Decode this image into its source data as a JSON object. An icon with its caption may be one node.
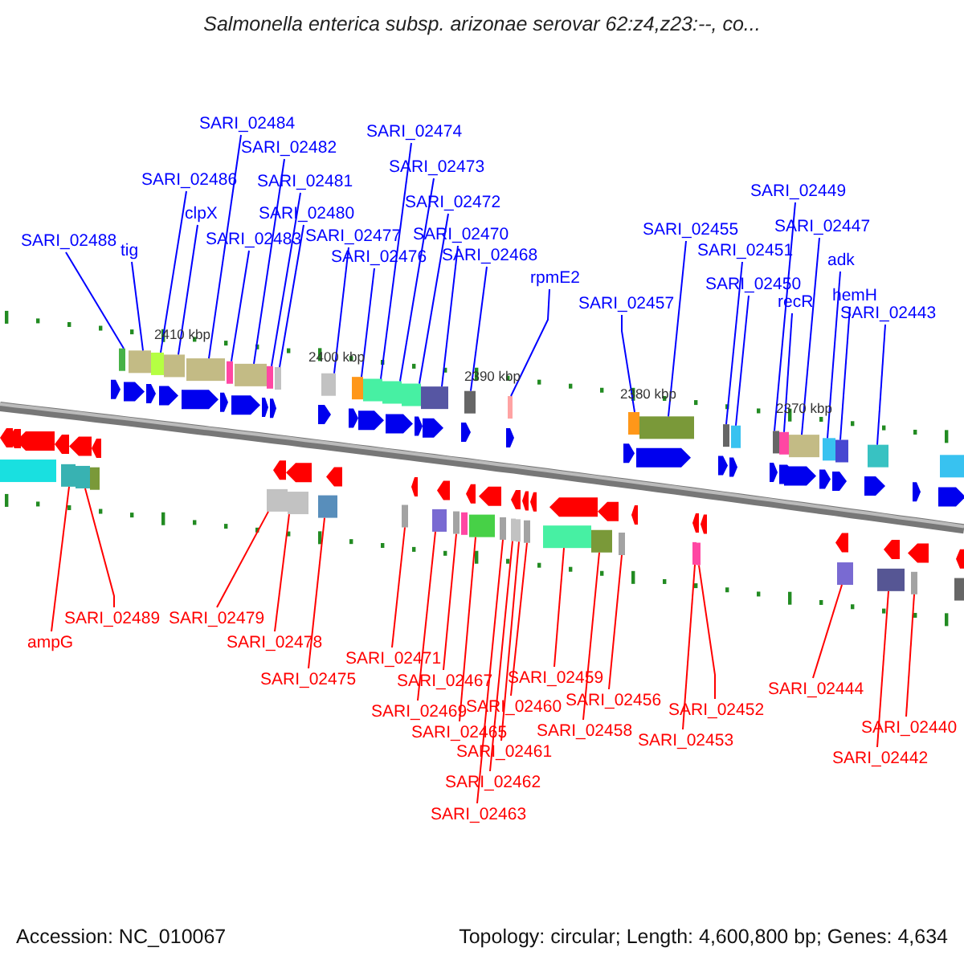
{
  "diagram": {
    "title": "Salmonella enterica subsp. arizonae serovar 62:z4,z23:--, co...",
    "nodes": [
      {
        "text": [
          "SARI_02484"
        ]
      },
      {
        "text": [
          "SARI_02474"
        ]
      },
      {
        "text": [
          "SARI_02482"
        ]
      },
      {
        "text": [
          "SARI_02473"
        ]
      },
      {
        "text": [
          "SARI_02486"
        ]
      },
      {
        "text": [
          "SARI_02481"
        ]
      },
      {
        "text": [
          "SARI_02449"
        ]
      },
      {
        "text": [
          "SARI_02472"
        ]
      },
      {
        "text": [
          "clpX"
        ]
      },
      {
        "text": [
          "SARI_02480"
        ]
      },
      {
        "text": [
          "SARI_02455"
        ]
      },
      {
        "text": [
          "SARI_02447"
        ]
      },
      {
        "text": [
          "SARI_02470"
        ]
      },
      {
        "text": [
          "SARI_02477"
        ]
      },
      {
        "text": [
          "SARI_02483"
        ]
      },
      {
        "text": [
          "SARI_02488"
        ]
      },
      {
        "text": [
          "tig"
        ]
      },
      {
        "text": [
          "SARI_02451"
        ]
      },
      {
        "text": [
          "SARI_02476"
        ]
      },
      {
        "text": [
          "SARI_02468"
        ]
      },
      {
        "text": [
          "adk"
        ]
      },
      {
        "text": [
          "rpmE2"
        ]
      },
      {
        "text": [
          "SARI_02450"
        ]
      },
      {
        "text": [
          "recR"
        ]
      },
      {
        "text": [
          "hemH"
        ]
      },
      {
        "text": [
          "SARI_02457"
        ]
      },
      {
        "text": [
          "SARI_02443"
        ]
      },
      {
        "text": [
          "SARI_02489"
        ]
      },
      {
        "text": [
          "SARI_02479"
        ]
      },
      {
        "text": [
          "ampG"
        ]
      },
      {
        "text": [
          "SARI_02478"
        ]
      },
      {
        "text": [
          "SARI_02471"
        ]
      },
      {
        "text": [
          "SARI_02459"
        ]
      },
      {
        "text": [
          "SARI_02475"
        ]
      },
      {
        "text": [
          "SARI_02467"
        ]
      },
      {
        "text": [
          "SARI_02444"
        ]
      },
      {
        "text": [
          "SARI_02456"
        ]
      },
      {
        "text": [
          "SARI_02460"
        ]
      },
      {
        "text": [
          "SARI_02452"
        ]
      },
      {
        "text": [
          "SARI_02469"
        ]
      },
      {
        "text": [
          "SARI_02440"
        ]
      },
      {
        "text": [
          "SARI_02458"
        ]
      },
      {
        "text": [
          "SARI_02465"
        ]
      },
      {
        "text": [
          "SARI_02453"
        ]
      },
      {
        "text": [
          "SARI_02461"
        ]
      },
      {
        "text": [
          "SARI_02442"
        ]
      },
      {
        "text": [
          "SARI_02462"
        ]
      },
      {
        "text": [
          "SARI_02463"
        ]
      },
      {
        "text": [],
        "shape": "box"
      },
      {
        "text": [],
        "shape": "box"
      },
      {
        "text": [],
        "shape": "box"
      },
      {
        "text": [],
        "shape": "box"
      },
      {
        "text": [],
        "shape": "box"
      },
      {
        "text": [],
        "shape": "box"
      },
      {
        "text": [],
        "shape": "box"
      },
      {
        "text": [],
        "shape": "box"
      },
      {
        "text": [],
        "shape": "box"
      },
      {
        "text": [],
        "shape": "box"
      },
      {
        "text": [],
        "shape": "box"
      },
      {
        "text": [],
        "shape": "box"
      },
      {
        "text": [],
        "shape": "box"
      },
      {
        "text": [],
        "shape": "box"
      },
      {
        "text": [],
        "shape": "box"
      },
      {
        "text": [],
        "shape": "box"
      },
      {
        "text": [],
        "shape": "box"
      },
      {
        "text": [],
        "shape": "box"
      },
      {
        "text": [],
        "shape": "box"
      },
      {
        "text": [],
        "shape": "box"
      },
      {
        "text": [],
        "shape": "box"
      },
      {
        "text": [],
        "shape": "box"
      },
      {
        "text": [],
        "shape": "box"
      },
      {
        "text": [],
        "shape": "box"
      },
      {
        "text": [],
        "shape": "box"
      },
      {
        "text": [],
        "shape": "box"
      },
      {
        "text": [],
        "shape": "box"
      },
      {
        "text": [],
        "shape": "box"
      },
      {
        "text": [],
        "shape": "box"
      },
      {
        "text": [],
        "shape": "box"
      },
      {
        "text": [],
        "shape": "box"
      },
      {
        "text": [],
        "shape": "box"
      },
      {
        "text": [],
        "shape": "box"
      },
      {
        "text": [],
        "shape": "box"
      },
      {
        "text": [],
        "shape": "box"
      },
      {
        "text": [],
        "shape": "box"
      },
      {
        "text": [],
        "shape": "box"
      },
      {
        "text": [],
        "shape": "box"
      },
      {
        "text": [],
        "shape": "box"
      },
      {
        "text": [],
        "shape": "box"
      },
      {
        "text": [],
        "shape": "box"
      },
      {
        "text": [],
        "shape": "box"
      },
      {
        "text": [],
        "shape": "box"
      },
      {
        "text": [],
        "shape": "box"
      },
      {
        "text": [],
        "shape": "box"
      },
      {
        "text": [],
        "shape": "box"
      },
      {
        "text": [],
        "shape": "box"
      },
      {
        "text": [],
        "shape": "box"
      }
    ],
    "edges": [
      {
        "from": 0,
        "to": 52,
        "arrow": "none"
      },
      {
        "from": 1,
        "to": 59,
        "arrow": "none"
      },
      {
        "from": 2,
        "to": 54,
        "arrow": "none"
      },
      {
        "from": 3,
        "to": 60,
        "arrow": "none"
      },
      {
        "from": 4,
        "to": 50,
        "arrow": "none"
      },
      {
        "from": 5,
        "to": 55,
        "arrow": "none"
      },
      {
        "from": 6,
        "to": 69,
        "arrow": "none"
      },
      {
        "from": 7,
        "to": 61,
        "arrow": "none"
      },
      {
        "from": 8,
        "to": 51,
        "arrow": "none"
      },
      {
        "from": 9,
        "to": 56,
        "arrow": "none"
      },
      {
        "from": 10,
        "to": 66,
        "arrow": "none"
      },
      {
        "from": 11,
        "to": 71,
        "arrow": "none"
      },
      {
        "from": 12,
        "to": 62,
        "arrow": "none"
      },
      {
        "from": 13,
        "to": 57,
        "arrow": "none"
      },
      {
        "from": 14,
        "to": 53,
        "arrow": "none"
      },
      {
        "from": 15,
        "to": 48,
        "arrow": "none"
      },
      {
        "from": 16,
        "to": 49,
        "arrow": "none"
      },
      {
        "from": 17,
        "to": 67,
        "arrow": "none"
      },
      {
        "from": 18,
        "to": 58,
        "arrow": "none"
      },
      {
        "from": 19,
        "to": 63,
        "arrow": "none"
      },
      {
        "from": 20,
        "to": 72,
        "arrow": "none"
      },
      {
        "from": 21,
        "to": 64,
        "arrow": "none"
      },
      {
        "from": 22,
        "to": 68,
        "arrow": "none"
      },
      {
        "from": 23,
        "to": 70,
        "arrow": "none"
      },
      {
        "from": 24,
        "to": 73,
        "arrow": "none"
      },
      {
        "from": 25,
        "to": 65,
        "arrow": "none"
      },
      {
        "from": 26,
        "to": 74,
        "arrow": "none"
      },
      {
        "from": 27,
        "to": 76,
        "arrow": "none",
        "color": "#ff0000"
      },
      {
        "from": 28,
        "to": 77,
        "arrow": "none",
        "color": "#ff0000"
      },
      {
        "from": 29,
        "to": 75,
        "arrow": "none",
        "color": "#ff0000"
      },
      {
        "from": 30,
        "to": 78,
        "arrow": "none",
        "color": "#ff0000"
      },
      {
        "from": 31,
        "to": 80,
        "arrow": "none",
        "color": "#ff0000"
      },
      {
        "from": 32,
        "to": 88,
        "arrow": "none",
        "color": "#ff0000"
      },
      {
        "from": 33,
        "to": 79,
        "arrow": "none",
        "color": "#ff0000"
      },
      {
        "from": 34,
        "to": 82,
        "arrow": "none",
        "color": "#ff0000"
      },
      {
        "from": 35,
        "to": 93,
        "arrow": "none",
        "color": "#ff0000"
      },
      {
        "from": 36,
        "to": 90,
        "arrow": "none",
        "color": "#ff0000"
      },
      {
        "from": 37,
        "to": 87,
        "arrow": "none",
        "color": "#ff0000"
      },
      {
        "from": 38,
        "to": 92,
        "arrow": "none",
        "color": "#ff0000"
      },
      {
        "from": 39,
        "to": 81,
        "arrow": "none",
        "color": "#ff0000"
      },
      {
        "from": 40,
        "to": 95,
        "arrow": "none",
        "color": "#ff0000"
      },
      {
        "from": 41,
        "to": 89,
        "arrow": "none",
        "color": "#ff0000"
      },
      {
        "from": 42,
        "to": 83,
        "arrow": "none",
        "color": "#ff0000"
      },
      {
        "from": 43,
        "to": 91,
        "arrow": "none",
        "color": "#ff0000"
      },
      {
        "from": 44,
        "to": 86,
        "arrow": "none",
        "color": "#ff0000"
      },
      {
        "from": 45,
        "to": 94,
        "arrow": "none",
        "color": "#ff0000"
      },
      {
        "from": 46,
        "to": 85,
        "arrow": "none",
        "color": "#ff0000"
      },
      {
        "from": 47,
        "to": 84,
        "arrow": "none",
        "color": "#ff0000"
      }
    ],
    "labels": [
      "2410 kbp",
      "2400 kbp",
      "2390 kbp",
      "2380 kbp",
      "2370 kbp",
      "Accession: NC_010067",
      "Topology: circular; Length: 4,600,800 bp; Genes: 4,634"
    ]
  }
}
